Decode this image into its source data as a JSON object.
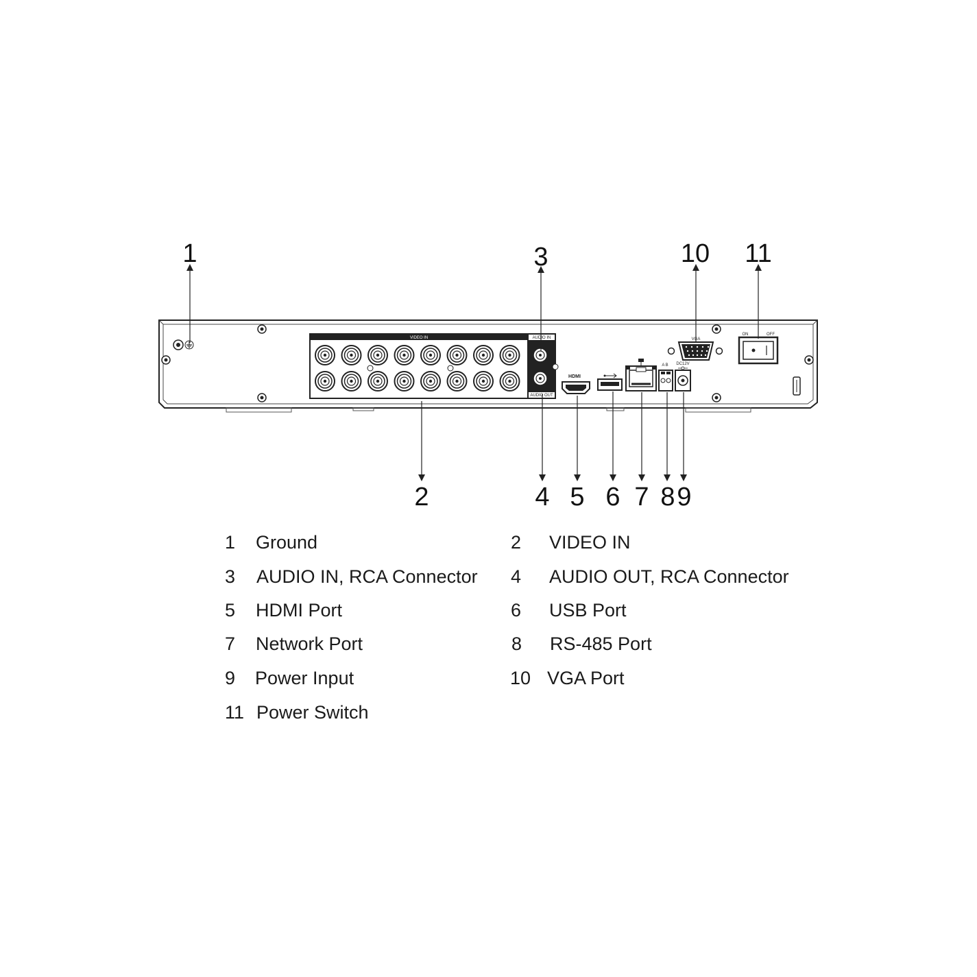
{
  "device": {
    "panel_labels": {
      "video_in": "VIDEO IN",
      "audio_in": "AUDIO IN",
      "audio_out": "AUDIO OUT",
      "hdmi": "HDMI",
      "vga": "VGA",
      "rs485": "A B",
      "power": "DC12V",
      "switch_on": "ON",
      "switch_off": "OFF"
    }
  },
  "callouts": [
    {
      "number": "1"
    },
    {
      "number": "2"
    },
    {
      "number": "3"
    },
    {
      "number": "4"
    },
    {
      "number": "5"
    },
    {
      "number": "6"
    },
    {
      "number": "7"
    },
    {
      "number": "8"
    },
    {
      "number": "9"
    },
    {
      "number": "10"
    },
    {
      "number": "11"
    }
  ],
  "legend": [
    {
      "num": "1",
      "label": "Ground"
    },
    {
      "num": "2",
      "label": "VIDEO IN"
    },
    {
      "num": "3",
      "label": "AUDIO IN, RCA Connector"
    },
    {
      "num": "4",
      "label": "AUDIO OUT, RCA Connector"
    },
    {
      "num": "5",
      "label": "HDMI Port"
    },
    {
      "num": "6",
      "label": "USB Port"
    },
    {
      "num": "7",
      "label": "Network Port"
    },
    {
      "num": "8",
      "label": "RS-485 Port"
    },
    {
      "num": "9",
      "label": "Power Input"
    },
    {
      "num": "10",
      "label": "VGA Port"
    },
    {
      "num": "11",
      "label": "Power Switch"
    }
  ]
}
